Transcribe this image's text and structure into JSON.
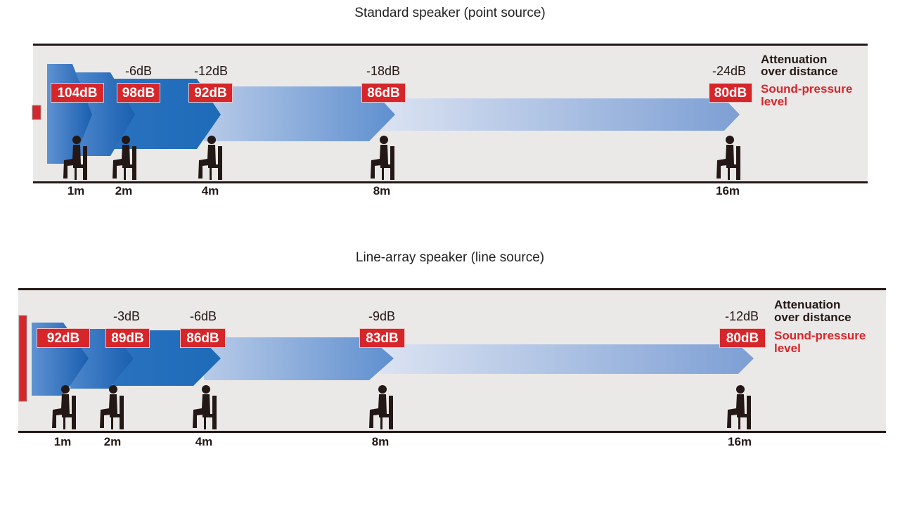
{
  "colors": {
    "accent_red": "#d7262a",
    "arrow_blue": "#1a64b4",
    "band_gray": "#ebe9e8"
  },
  "panels": [
    {
      "title": "Standard speaker (point source)",
      "levels": [
        "104dB",
        "98dB",
        "92dB",
        "86dB",
        "80dB"
      ],
      "attenuation": [
        "",
        "-6dB",
        "-12dB",
        "-18dB",
        "-24dB"
      ],
      "distances": [
        "1m",
        "2m",
        "4m",
        "8m",
        "16m"
      ],
      "legend": {
        "attenuation": [
          "Attenuation",
          "over distance"
        ],
        "spl": [
          "Sound-pressure",
          "level"
        ]
      }
    },
    {
      "title": "Line-array speaker (line source)",
      "levels": [
        "92dB",
        "89dB",
        "86dB",
        "83dB",
        "80dB"
      ],
      "attenuation": [
        "",
        "-3dB",
        "-6dB",
        "-9dB",
        "-12dB"
      ],
      "distances": [
        "1m",
        "2m",
        "4m",
        "8m",
        "16m"
      ],
      "legend": {
        "attenuation": [
          "Attenuation",
          "over distance"
        ],
        "spl": [
          "Sound-pressure",
          "level"
        ]
      }
    }
  ]
}
